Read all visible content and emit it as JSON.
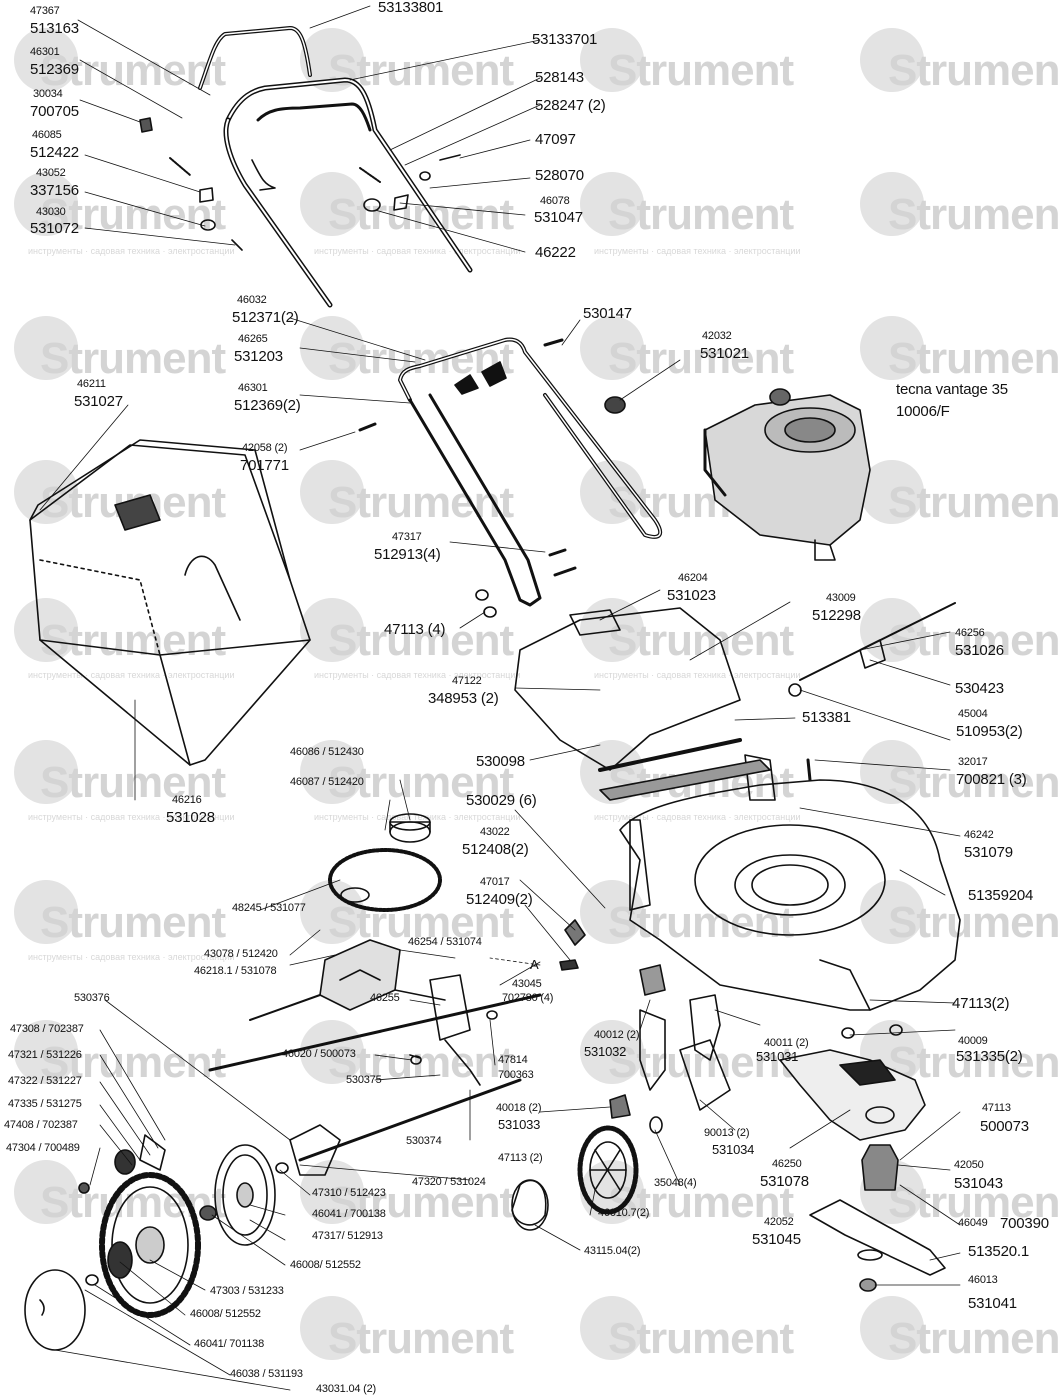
{
  "watermark": {
    "brand": "Strument",
    "brand_cut": "Strumen",
    "tagline": "инструменты · садовая техника · электростанции"
  },
  "engine": {
    "model": "tecna vantage 35",
    "code": "10006/F"
  },
  "labels": {
    "l01": "47367",
    "l02": "513163",
    "l03": "53133801",
    "l04": "46301",
    "l05": "512369",
    "l06": "53133701",
    "l07": "30034",
    "l08": "700705",
    "l09": "528143",
    "l10": "528247 (2)",
    "l11": "46085",
    "l12": "512422",
    "l13": "47097",
    "l14": "43052",
    "l15": "337156",
    "l16": "528070",
    "l17": "43030",
    "l18": "531072",
    "l19": "46078",
    "l20": "531047",
    "l21": "46222",
    "l22": "46032",
    "l23": "512371(2)",
    "l24": "530147",
    "l25": "46265",
    "l26": "531203",
    "l27": "42032",
    "l28": "531021",
    "l29": "46211",
    "l30": "531027",
    "l31": "46301",
    "l32": "512369(2)",
    "l33": "42058 (2)",
    "l34": "701771",
    "l35": "47317",
    "l36": "512913(4)",
    "l37": "47113 (4)",
    "l38": "46204",
    "l39": "531023",
    "l40": "43009",
    "l41": "512298",
    "l42": "46256",
    "l43": "531026",
    "l44": "530423",
    "l45": "47122",
    "l46": "348953 (2)",
    "l47": "45004",
    "l48": "510953(2)",
    "l49": "513381",
    "l50": "530098",
    "l51": "32017",
    "l52": "700821 (3)",
    "l53": "530029 (6)",
    "l54": "46242",
    "l55": "531079",
    "l56": "46086 / 512430",
    "l57": "46087 / 512420",
    "l58": "46216",
    "l59": "531028",
    "l60": "43022",
    "l61": "512408(2)",
    "l62": "47017",
    "l63": "512409(2)",
    "l64": "51359204",
    "l65": "48245 / 531077",
    "l66": "43078 / 512420",
    "l67": "46218.1 / 531078",
    "l68": "46254 / 531074",
    "l69": "A",
    "l70": "530376",
    "l71": "43045",
    "l72": "702780 (4)",
    "l73": "46255",
    "l74": "47113(2)",
    "l75": "40012 (2)",
    "l76": "531032",
    "l77": "40011 (2)",
    "l78": "531031",
    "l79": "40009",
    "l80": "531335(2)",
    "l81": "47308 / 702387",
    "l82": "47321 / 531226",
    "l83": "47322 / 531227",
    "l84": "47335 / 531275",
    "l85": "47408 / 702387",
    "l86": "47304 / 700489",
    "l87": "46020 / 500073",
    "l88": "530375",
    "l89": "47814",
    "l90": "700363",
    "l91": "530374",
    "l92": "40018 (2)",
    "l93": "531033",
    "l94": "90013 (2)",
    "l95": "531034",
    "l96": "47113",
    "l97": "500073",
    "l98": "47113 (2)",
    "l99": "47310 / 512423",
    "l100": "47320 / 531024",
    "l101": "46250",
    "l102": "531078",
    "l103": "42050",
    "l104": "531043",
    "l105": "35048(4)",
    "l106": "46041 / 700138",
    "l107": "47317/ 512913",
    "l108": "46010.7(2)",
    "l109": "46049",
    "l110": "700390",
    "l111": "42052",
    "l112": "531045",
    "l113": "513520.1",
    "l114": "46008/ 512552",
    "l115": "47303 / 531233",
    "l116": "43115.04(2)",
    "l117": "46013",
    "l118": "531041",
    "l119": "46008/ 512552",
    "l120": "46041/ 701138",
    "l121": "46038 / 531193",
    "l122": "43031.04  (2)"
  }
}
